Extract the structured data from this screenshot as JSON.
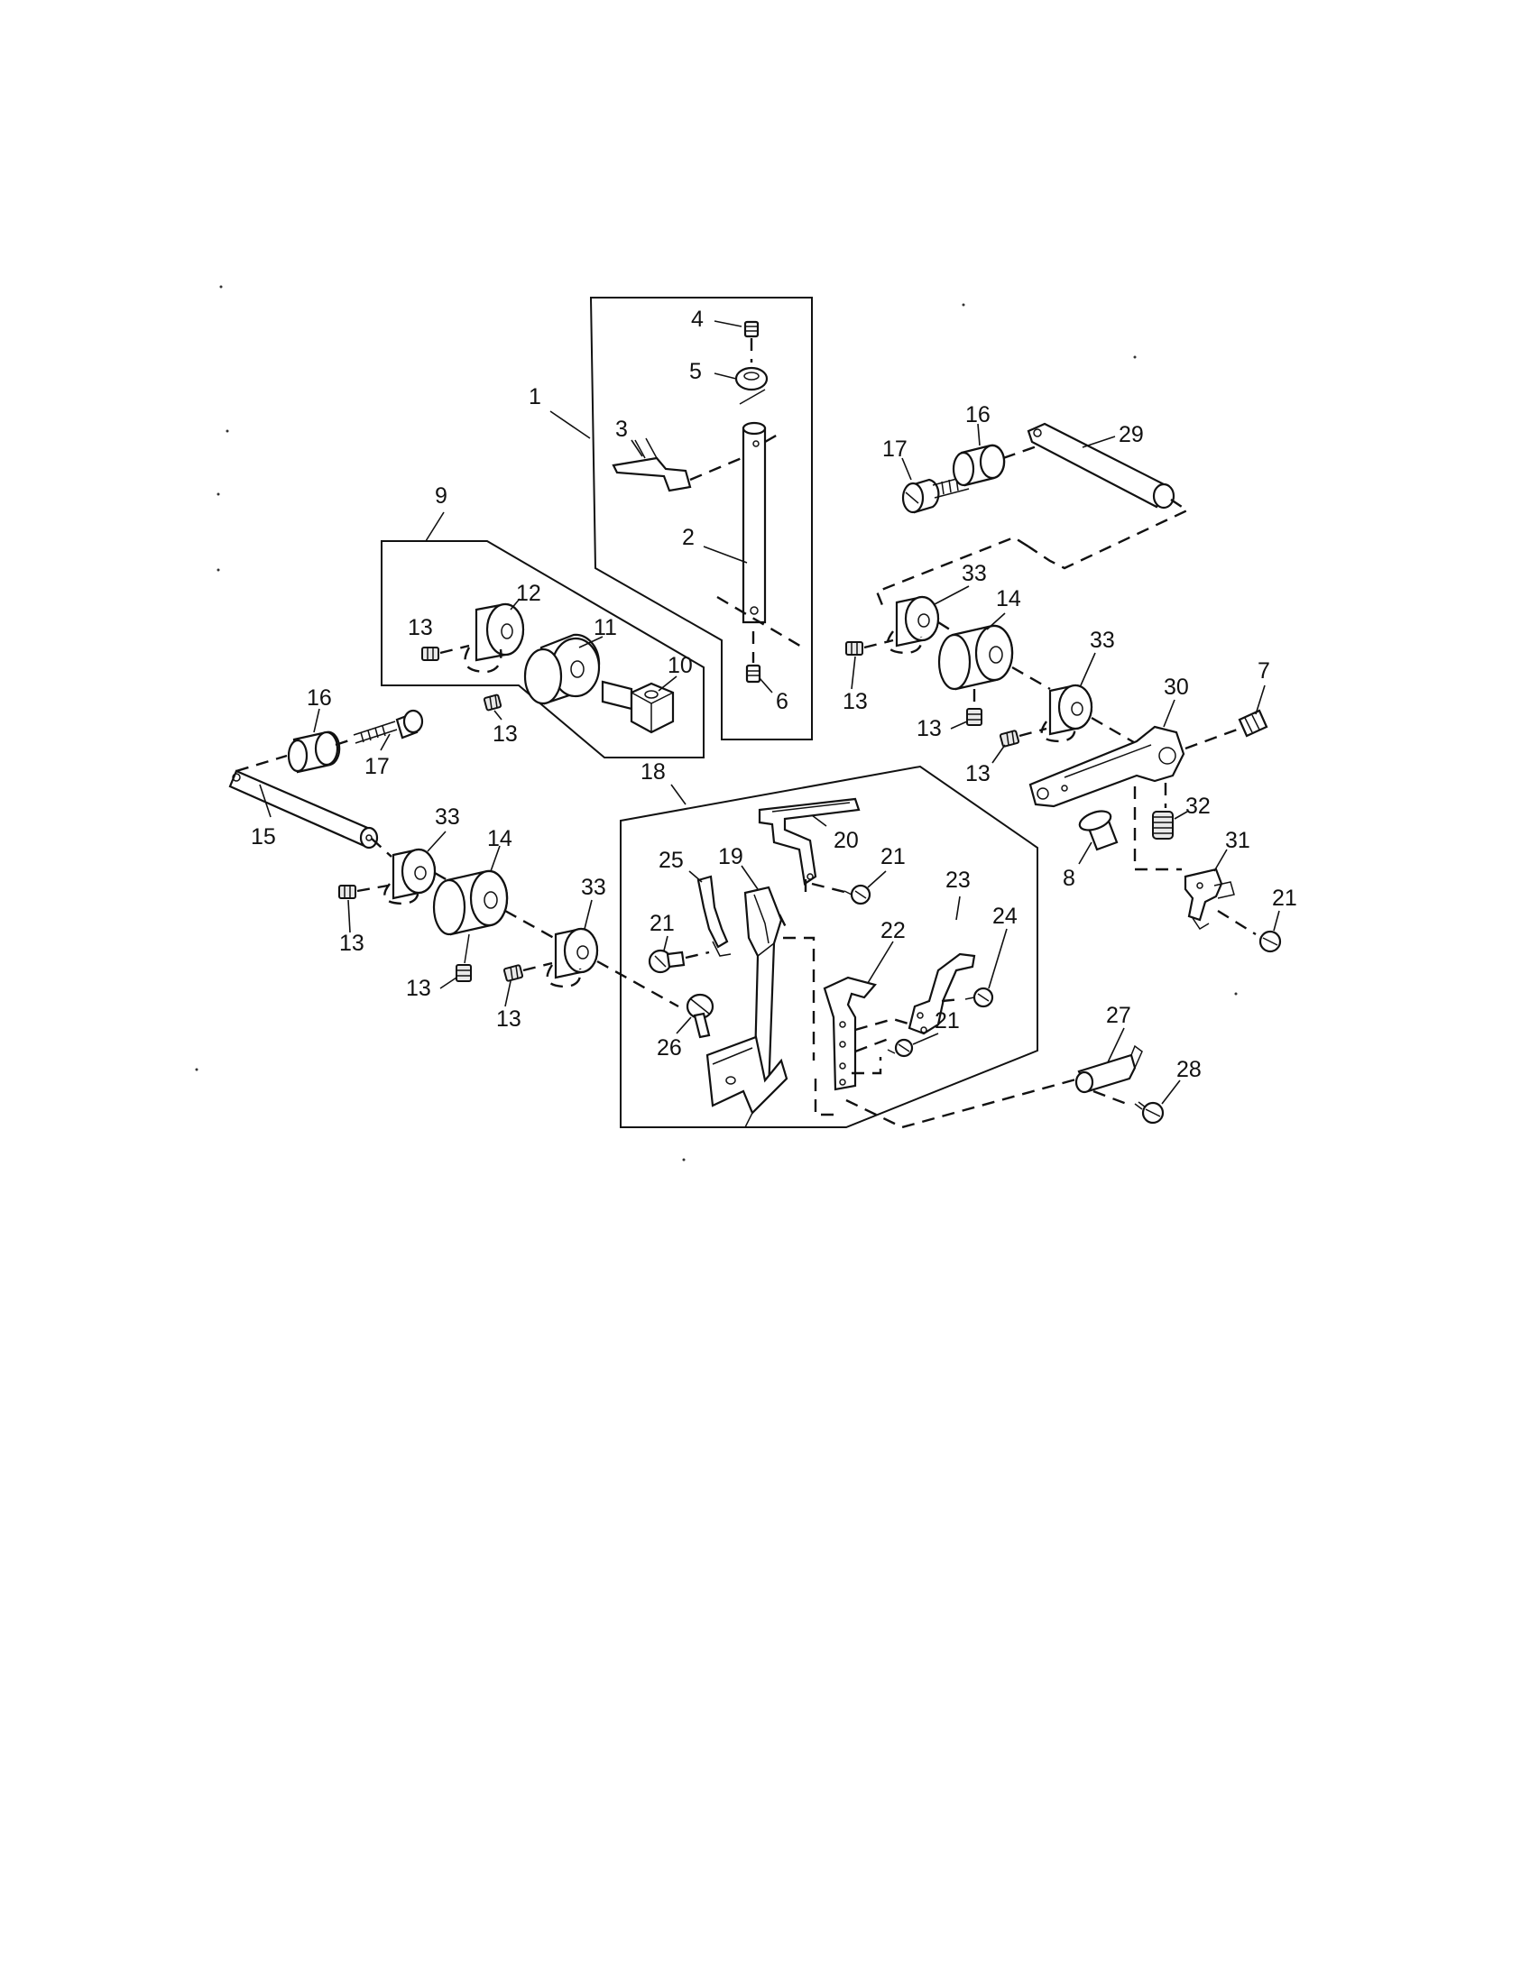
{
  "diagram": {
    "callouts": [
      {
        "id": "c1",
        "label": "1"
      },
      {
        "id": "c2",
        "label": "2"
      },
      {
        "id": "c3",
        "label": "3"
      },
      {
        "id": "c4",
        "label": "4"
      },
      {
        "id": "c5",
        "label": "5"
      },
      {
        "id": "c6",
        "label": "6"
      },
      {
        "id": "c7",
        "label": "7"
      },
      {
        "id": "c8",
        "label": "8"
      },
      {
        "id": "c9",
        "label": "9"
      },
      {
        "id": "c10",
        "label": "10"
      },
      {
        "id": "c11",
        "label": "11"
      },
      {
        "id": "c12",
        "label": "12"
      },
      {
        "id": "c13a",
        "label": "13"
      },
      {
        "id": "c13b",
        "label": "13"
      },
      {
        "id": "c13c",
        "label": "13"
      },
      {
        "id": "c13d",
        "label": "13"
      },
      {
        "id": "c13e",
        "label": "13"
      },
      {
        "id": "c13f",
        "label": "13"
      },
      {
        "id": "c13g",
        "label": "13"
      },
      {
        "id": "c13h",
        "label": "13"
      },
      {
        "id": "c14a",
        "label": "14"
      },
      {
        "id": "c14b",
        "label": "14"
      },
      {
        "id": "c15",
        "label": "15"
      },
      {
        "id": "c16a",
        "label": "16"
      },
      {
        "id": "c16b",
        "label": "16"
      },
      {
        "id": "c17a",
        "label": "17"
      },
      {
        "id": "c17b",
        "label": "17"
      },
      {
        "id": "c18",
        "label": "18"
      },
      {
        "id": "c19",
        "label": "19"
      },
      {
        "id": "c20",
        "label": "20"
      },
      {
        "id": "c21a",
        "label": "21"
      },
      {
        "id": "c21b",
        "label": "21"
      },
      {
        "id": "c21c",
        "label": "21"
      },
      {
        "id": "c21d",
        "label": "21"
      },
      {
        "id": "c22",
        "label": "22"
      },
      {
        "id": "c23",
        "label": "23"
      },
      {
        "id": "c24",
        "label": "24"
      },
      {
        "id": "c25",
        "label": "25"
      },
      {
        "id": "c26",
        "label": "26"
      },
      {
        "id": "c27",
        "label": "27"
      },
      {
        "id": "c28",
        "label": "28"
      },
      {
        "id": "c29",
        "label": "29"
      },
      {
        "id": "c30",
        "label": "30"
      },
      {
        "id": "c31",
        "label": "31"
      },
      {
        "id": "c32",
        "label": "32"
      },
      {
        "id": "c33a",
        "label": "33"
      },
      {
        "id": "c33b",
        "label": "33"
      },
      {
        "id": "c33c",
        "label": "33"
      },
      {
        "id": "c33d",
        "label": "33"
      }
    ]
  }
}
